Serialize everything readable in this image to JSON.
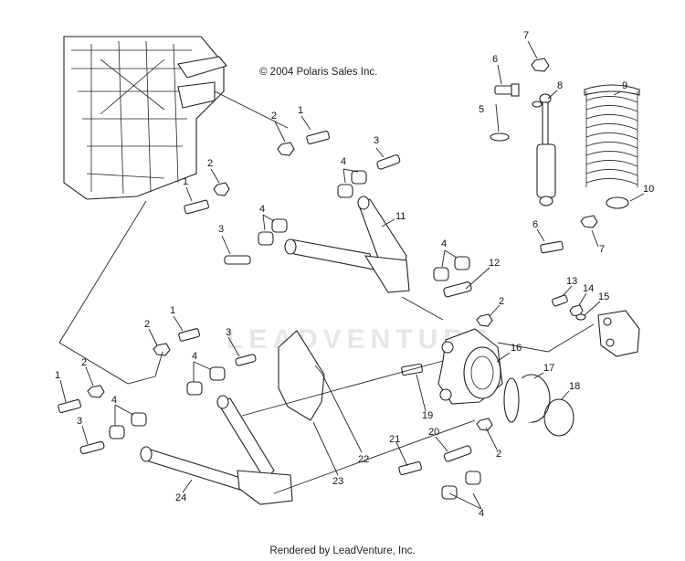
{
  "copyright": "© 2004 Polaris Sales Inc.",
  "footer": "Rendered by LeadVenture, Inc.",
  "watermark": "LEADVENTURE",
  "callouts": [
    "1",
    "2",
    "3",
    "4",
    "5",
    "6",
    "7",
    "8",
    "9",
    "10",
    "11",
    "12",
    "13",
    "14",
    "15",
    "16",
    "17",
    "18",
    "19",
    "20",
    "21",
    "22",
    "23",
    "24"
  ]
}
